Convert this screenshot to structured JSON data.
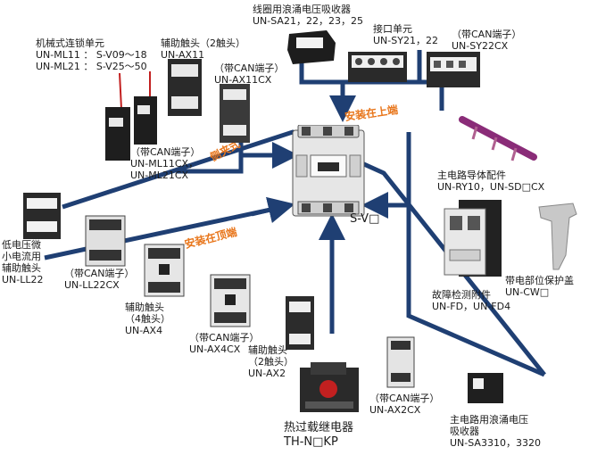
{
  "colors": {
    "line": "#1f3f73",
    "route_text": "#e8751a",
    "text": "#1a1a1a"
  },
  "center": {
    "model": "S-V□"
  },
  "routes": {
    "top": "安装在上端",
    "side": "侧夹式",
    "front": "安装在顶端"
  },
  "items": {
    "surge_coil": {
      "line1": "线圈用浪涌电压吸收器",
      "line2": "UN-SA21，22，23，25"
    },
    "interface": {
      "line1": "接口单元",
      "line2": "UN-SY21，22"
    },
    "interface_can": {
      "line1": "（带CAN端子）",
      "line2": "UN-SY22CX"
    },
    "mech_interlock": {
      "line1": "机械式连锁单元",
      "line2": "UN-ML11 ： S-V09～18",
      "line3": "UN-ML21 ： S-V25～50"
    },
    "aux_2": {
      "line1": "辅助触头（2触头）",
      "line2": "UN-AX11"
    },
    "aux_2_can": {
      "line1": "（带CAN端子）",
      "line2": "UN-AX11CX"
    },
    "ml_can": {
      "line1": "（带CAN端子）",
      "line2": "UN-ML11CX，",
      "line3": "UN-ML21CX"
    },
    "conductor": {
      "line1": "主电路导体配件",
      "line2": "UN-RY10，UN-SD□CX"
    },
    "low_current": {
      "line1": "低电压微",
      "line2": "小电流用",
      "line3": "辅助触头",
      "line4": "UN-LL22"
    },
    "ll_can": {
      "line1": "（带CAN端子）",
      "line2": "UN-LL22CX"
    },
    "aux_4": {
      "line1": "辅助触头",
      "line2": "（4触头）",
      "line3": "UN-AX4"
    },
    "ax4_can": {
      "line1": "（带CAN端子）",
      "line2": "UN-AX4CX"
    },
    "aux_2b": {
      "line1": "辅助触头",
      "line2": "（2触头）",
      "line3": "UN-AX2"
    },
    "ax2_can": {
      "line1": "（带CAN端子）",
      "line2": "UN-AX2CX"
    },
    "fault": {
      "line1": "故障检测附件",
      "line2": "UN-FD，UN-FD4"
    },
    "cover": {
      "line1": "带电部位保护盖",
      "line2": "UN-CW□"
    },
    "overload": {
      "line1": "热过载继电器",
      "line2": "TH-N□KP"
    },
    "surge_main": {
      "line1": "主电路用浪涌电压",
      "line2": "吸收器",
      "line3": "UN-SA3310，3320"
    }
  }
}
